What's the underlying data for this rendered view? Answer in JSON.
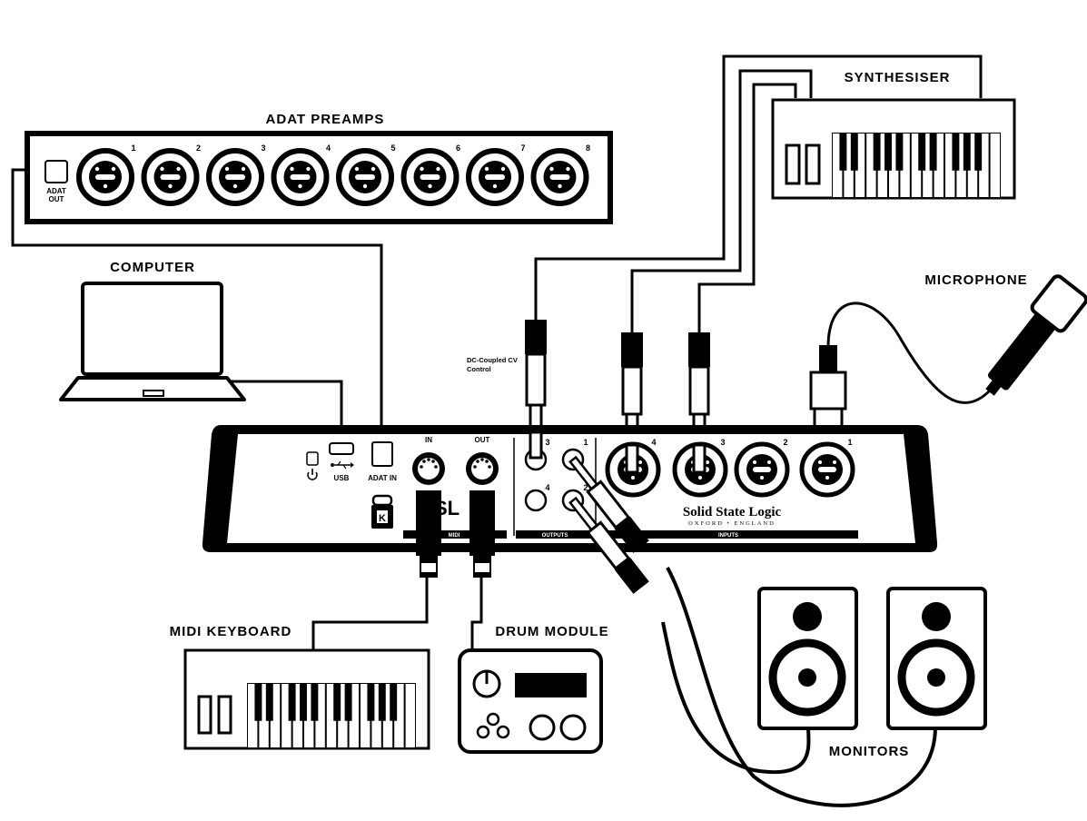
{
  "labels": {
    "adat_preamps": "ADAT PREAMPS",
    "synthesiser": "SYNTHESISER",
    "computer": "COMPUTER",
    "microphone": "MICROPHONE",
    "midi_keyboard": "MIDI KEYBOARD",
    "drum_module": "DRUM MODULE",
    "monitors": "MONITORS",
    "dc_coupled_line1": "DC-Coupled CV",
    "dc_coupled_line2": "Control"
  },
  "adat_preamps": {
    "adat_out_line1": "ADAT",
    "adat_out_line2": "OUT",
    "channels": [
      "1",
      "2",
      "3",
      "4",
      "5",
      "6",
      "7",
      "8"
    ]
  },
  "interface": {
    "usb_label": "USB",
    "adat_in_label": "ADAT IN",
    "midi_in_label": "IN",
    "midi_out_label": "OUT",
    "midi_section_label": "MIDI",
    "outputs_section_label": "OUTPUTS",
    "inputs_section_label": "INPUTS",
    "output_numbers": [
      "3",
      "1",
      "4",
      "2"
    ],
    "input_numbers": [
      "4",
      "3",
      "2",
      "1"
    ],
    "brand_name": "Solid State Logic",
    "brand_sub": "OXFORD • ENGLAND",
    "logo_partial": "SL"
  },
  "icons": [
    "power-icon",
    "usb-icon",
    "kensington-lock-icon",
    "phantom-power-icon"
  ]
}
